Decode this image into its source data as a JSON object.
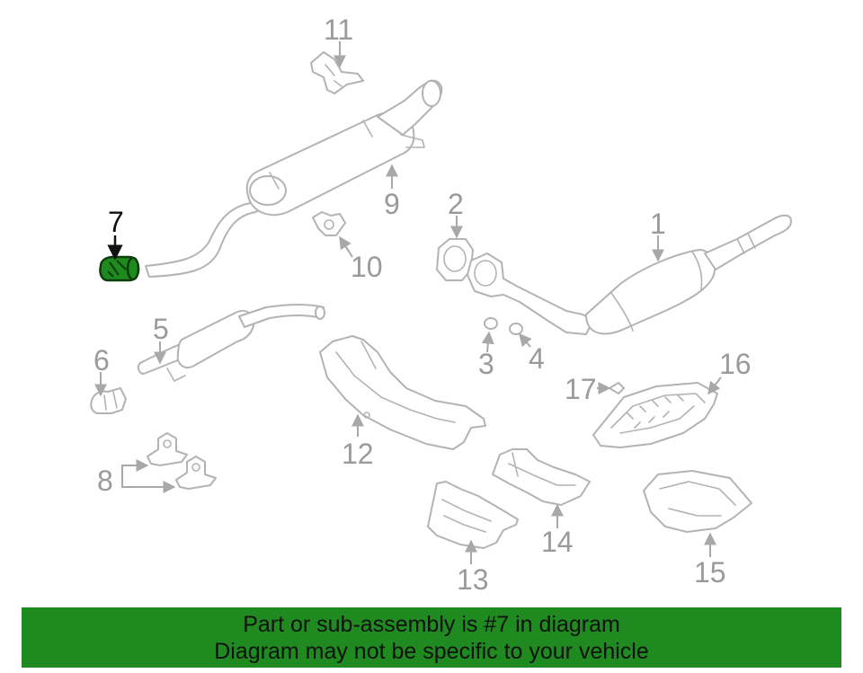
{
  "callouts": {
    "p1": "1",
    "p2": "2",
    "p3": "3",
    "p4": "4",
    "p5": "5",
    "p6": "6",
    "p7": "7",
    "p8": "8",
    "p9": "9",
    "p10": "10",
    "p11": "11",
    "p12": "12",
    "p13": "13",
    "p14": "14",
    "p15": "15",
    "p16": "16",
    "p17": "17"
  },
  "highlighted_part": "7",
  "colors": {
    "line": "#b3b3b3",
    "highlight": "#1f8a1f",
    "banner": "#1f8a1f"
  },
  "banner": {
    "line1": "Part or sub-assembly is #7 in diagram",
    "line2": "Diagram may not be specific to your vehicle"
  }
}
